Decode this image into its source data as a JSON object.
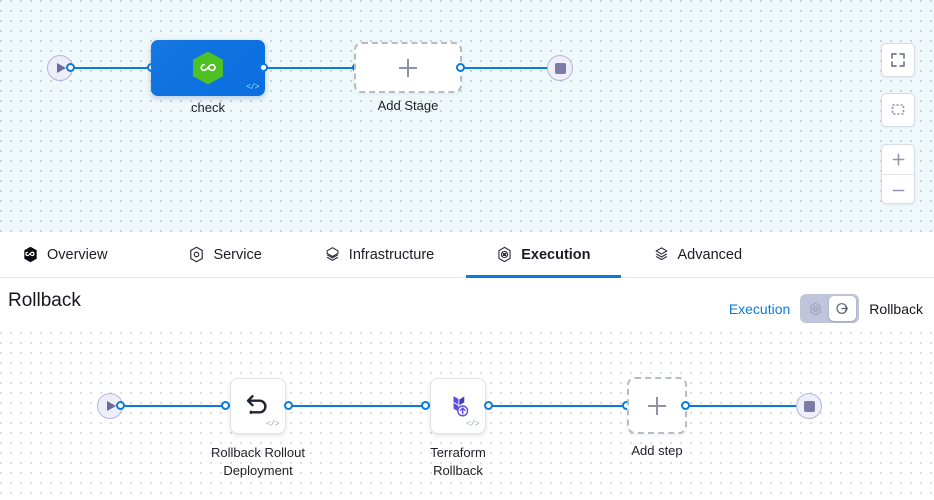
{
  "stage_canvas": {
    "start_node": {
      "icon": "play-icon",
      "label": ""
    },
    "stage": {
      "name": "check",
      "icon": "harness-hexagon-icon",
      "code_badge": "</>"
    },
    "add_stage": {
      "label": "Add Stage",
      "icon": "plus-icon"
    },
    "end_node": {
      "icon": "stop-icon"
    },
    "toolbar": [
      {
        "name": "fullscreen-button",
        "icon": "fullscreen-icon"
      },
      {
        "name": "fit-to-view-button",
        "icon": "fit-to-view-icon"
      },
      {
        "name": "zoom-in-button",
        "icon": "plus-icon"
      },
      {
        "name": "zoom-out-button",
        "icon": "minus-icon"
      }
    ]
  },
  "tabs": [
    {
      "label": "Overview",
      "icon": "harness-hexagon-icon",
      "active": false
    },
    {
      "label": "Service",
      "icon": "service-hexagon-icon",
      "active": false
    },
    {
      "label": "Infrastructure",
      "icon": "infrastructure-layers-icon",
      "active": false
    },
    {
      "label": "Execution",
      "icon": "execution-icon",
      "active": true
    },
    {
      "label": "Advanced",
      "icon": "advanced-layers-icon",
      "active": false
    }
  ],
  "rollback": {
    "title": "Rollback",
    "toggle": {
      "left_label": "Execution",
      "right_label": "Rollback",
      "left_icon": "execution-icon",
      "right_icon": "rollback-clock-icon",
      "selected": "Rollback"
    }
  },
  "execution_canvas": {
    "start_node": {
      "icon": "play-icon"
    },
    "steps": [
      {
        "name": "Rollback Rollout\nDeployment",
        "icon": "undo-arrow-icon",
        "code_badge": "</>"
      },
      {
        "name": "Terraform\nRollback",
        "icon": "terraform-rollback-icon",
        "code_badge": "</>"
      }
    ],
    "add_step": {
      "label": "Add step",
      "icon": "plus-icon"
    },
    "end_node": {
      "icon": "stop-icon"
    }
  },
  "colors": {
    "accent_blue": "#0a7bd8",
    "stage_blue": "#0e72e0",
    "harness_green": "#4ec125",
    "terraform_purple": "#5c4ee5",
    "canvas_top_bg": "#eff8fb",
    "canvas_bottom_bg": "#ffffff"
  }
}
